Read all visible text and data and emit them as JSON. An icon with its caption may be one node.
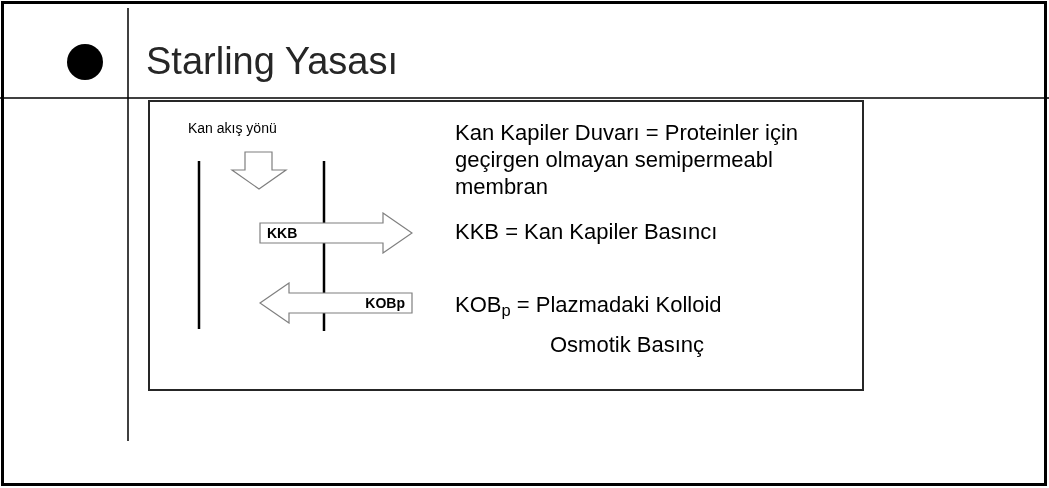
{
  "diagram": {
    "title": "Starling Yasası",
    "nodes": [
      {
        "text": [],
        "shape": "box"
      },
      {
        "text": [
          "KKB"
        ],
        "in": 0
      },
      {
        "text": [
          "KOBp"
        ],
        "in": 0
      }
    ],
    "edges": [],
    "labels": [
      "Kan akış yönü",
      "Kan Kapiler Duvarı = Proteinler için geçirgen olmayan semipermeabl membran",
      "KKB = Kan Kapiler Basıncı",
      "KOB$_{p}$ = Plazmadaki Kolloid Osmotik Basınç"
    ]
  }
}
